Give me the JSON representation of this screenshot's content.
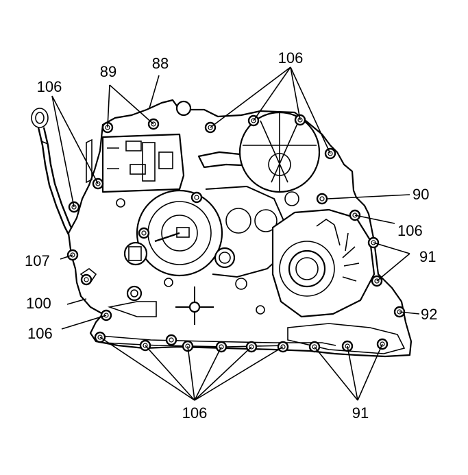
{
  "diagram": {
    "labels": {
      "l89": "89",
      "l88": "88",
      "l106_top": "106",
      "l106_left": "106",
      "l90": "90",
      "l106_right": "106",
      "l107": "107",
      "l91_right": "91",
      "l100": "100",
      "l92": "92",
      "l106_lower_left": "106",
      "l106_bottom": "106",
      "l91_bottom": "91"
    }
  }
}
